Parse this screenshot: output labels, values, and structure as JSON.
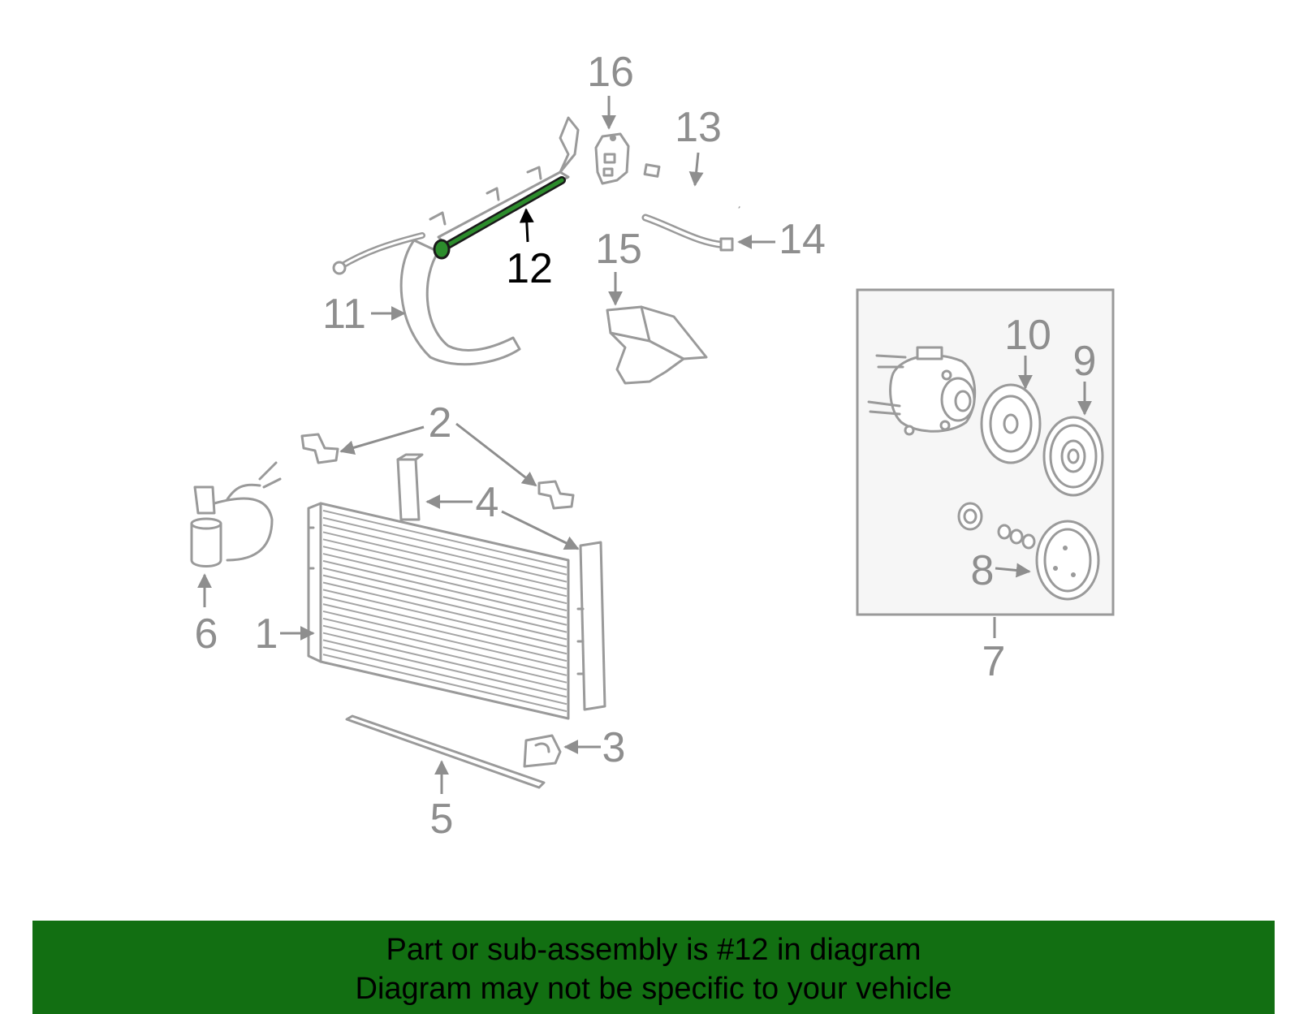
{
  "callouts": {
    "c1": "1",
    "c2": "2",
    "c3": "3",
    "c4": "4",
    "c5": "5",
    "c6": "6",
    "c7": "7",
    "c8": "8",
    "c9": "9",
    "c10": "10",
    "c11": "11",
    "c12": "12",
    "c13": "13",
    "c14": "14",
    "c15": "15",
    "c16": "16"
  },
  "highlight_part": "12",
  "colors": {
    "part_line": "#9a9a9a",
    "highlight": "#1f7a1f",
    "banner": "#126f12",
    "box_fill": "#f6f6f6"
  },
  "banner": {
    "line1": "Part or sub-assembly is #12 in diagram",
    "line2": "Diagram may not be specific to your vehicle"
  }
}
